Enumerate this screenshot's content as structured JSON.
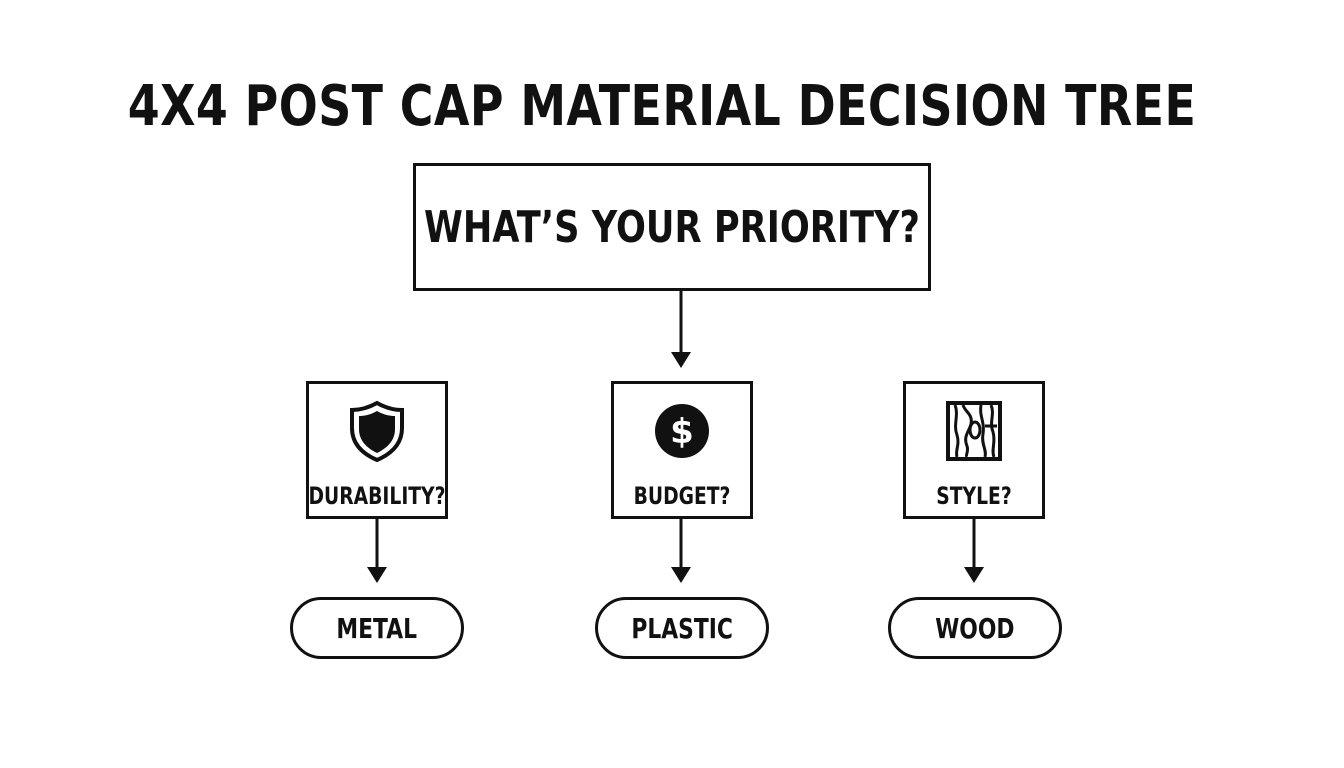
{
  "title": "4X4 POST CAP MATERIAL DECISION TREE",
  "root": {
    "question": "WHAT’S YOUR PRIORITY?"
  },
  "branches": [
    {
      "question": "DURABILITY?",
      "icon": "shield-icon",
      "outcome": "METAL"
    },
    {
      "question": "BUDGET?",
      "icon": "dollar-coin-icon",
      "outcome": "PLASTIC"
    },
    {
      "question": "STYLE?",
      "icon": "wood-grain-icon",
      "outcome": "WOOD"
    }
  ],
  "colors": {
    "stroke": "#111111",
    "background": "#ffffff"
  }
}
